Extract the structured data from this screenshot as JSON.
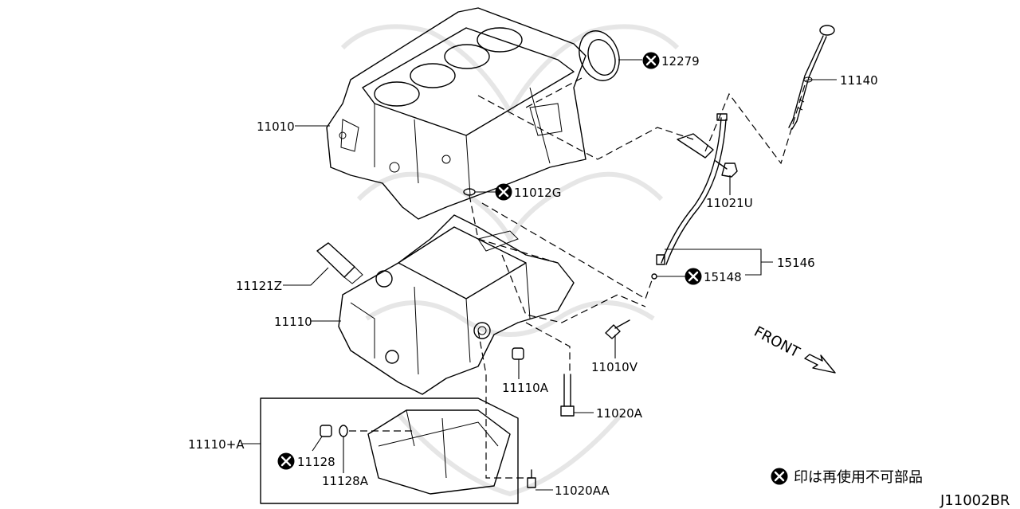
{
  "labels": {
    "l12279": "12279",
    "l11140": "11140",
    "l11010": "11010",
    "l11021U": "11021U",
    "l11012G": "11012G",
    "l15146": "15146",
    "l15148": "15148",
    "l11121Z": "11121Z",
    "l11110": "11110",
    "l11010V": "11010V",
    "l11110A": "11110A",
    "l11020A": "11020A",
    "l11110pA": "11110+A",
    "l11128": "11128",
    "l11128A": "11128A",
    "l11020AA": "11020AA"
  },
  "front_label": "FRONT",
  "legend_text": "印は再使用不可部品",
  "diagram_code": "J11002BR"
}
